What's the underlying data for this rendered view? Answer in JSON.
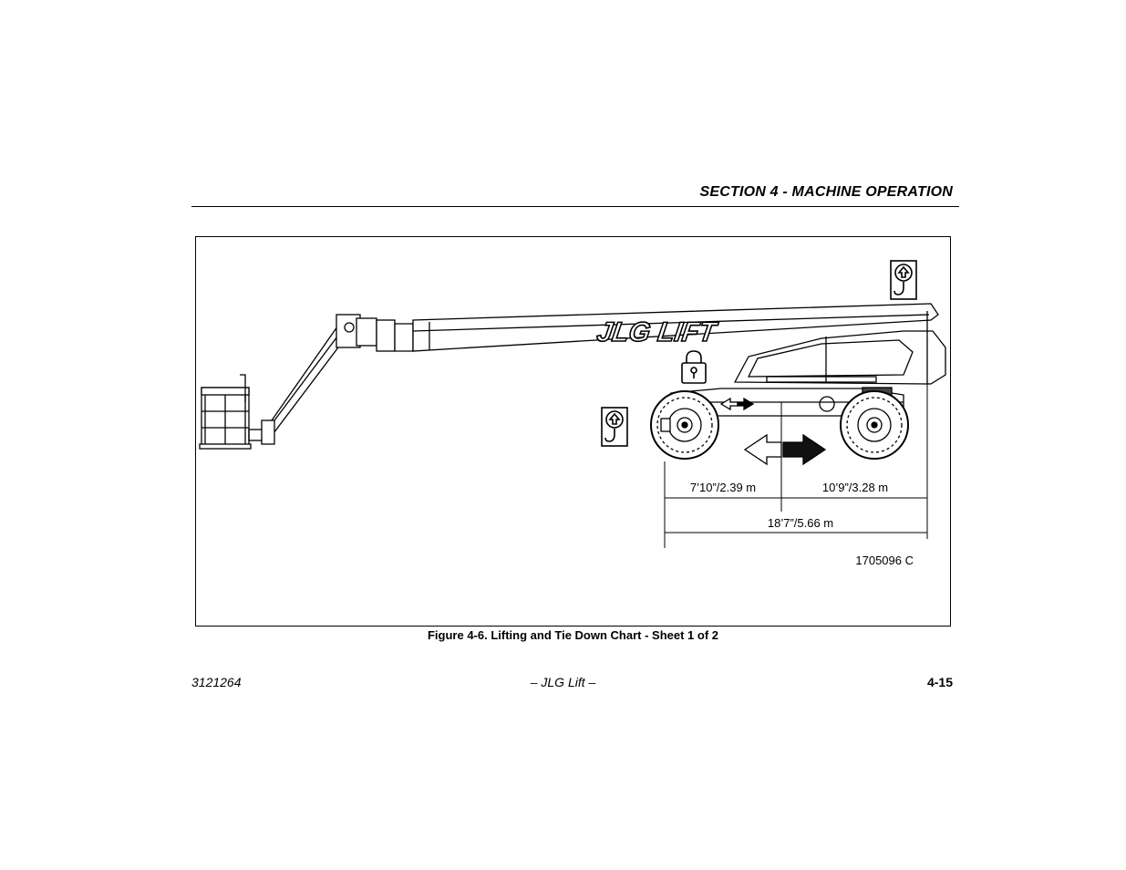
{
  "header": {
    "section_title": "SECTION 4 - MACHINE OPERATION"
  },
  "figure": {
    "caption": "Figure 4-6. Lifting and Tie Down Chart - Sheet 1 of 2",
    "drawing_number": "1705096 C",
    "boom_logo_text": "JLG LIFT",
    "dimensions": {
      "front": "7’10”/2.39 m",
      "rear": "10’9”/3.28 m",
      "overall": "18’7”/5.66 m"
    },
    "icons": [
      "lifting-point-icon",
      "tie-down-lock-icon",
      "drive-direction-arrows"
    ]
  },
  "footer": {
    "doc_number": "3121264",
    "center_title": "– JLG Lift –",
    "page_number": "4-15"
  }
}
